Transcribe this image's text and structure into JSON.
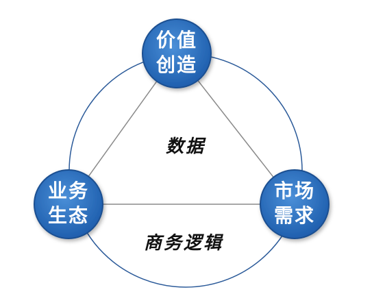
{
  "diagram": {
    "nodes": {
      "top": {
        "line1": "价值",
        "line2": "创造"
      },
      "left": {
        "line1": "业务",
        "line2": "生态"
      },
      "right": {
        "line1": "市场",
        "line2": "需求"
      }
    },
    "center_label": "数据",
    "bottom_label": "商务逻辑",
    "colors": {
      "node_fill": "#2266b8",
      "node_fill_light": "#3f83cf",
      "node_stroke": "#1a4f91",
      "ring_stroke": "#2b5a99",
      "triangle_stroke": "#8a8a8a"
    }
  }
}
